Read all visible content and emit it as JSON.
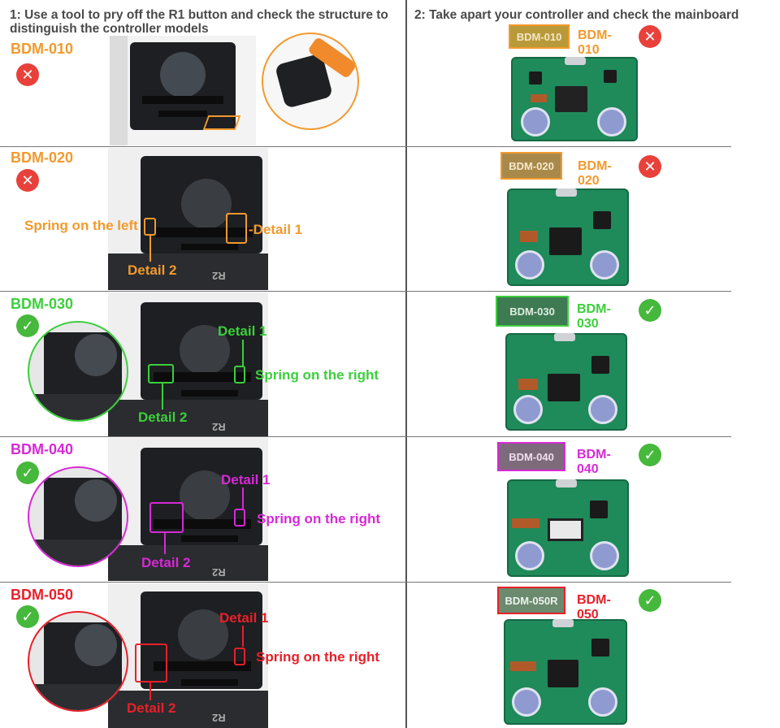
{
  "headers": {
    "step1": "1: Use a tool to pry off the R1 button and check the structure to distinguish the controller models",
    "step2": "2: Take apart your controller and check the mainboard"
  },
  "colors": {
    "bdm010": "#f29a2e",
    "bdm020": "#f29a2e",
    "bdm030": "#3ccf3c",
    "bdm040": "#d62ad6",
    "bdm050": "#e8202a",
    "bad": "#e8413b",
    "good": "#46b83c"
  },
  "icons": {
    "bad": "close-icon",
    "good": "check-icon"
  },
  "rows": [
    {
      "model": "BDM-010",
      "status": "bad",
      "board_label": "BDM-010",
      "board_code": "BDM-010"
    },
    {
      "model": "BDM-020",
      "status": "bad",
      "spring_text": "Spring on the left",
      "detail1": "-Detail 1",
      "detail2": "Detail 2",
      "board_label": "BDM-020",
      "board_code": "BDM-020"
    },
    {
      "model": "BDM-030",
      "status": "good",
      "spring_text": "Spring on the right",
      "detail1": "Detail 1",
      "detail2": "Detail 2",
      "board_label": "BDM-030",
      "board_code": "BDM-030"
    },
    {
      "model": "BDM-040",
      "status": "good",
      "spring_text": "Spring on the right",
      "detail1": "Detail 1",
      "detail2": "Detail 2",
      "board_label": "BDM-040",
      "board_code": "BDM-040"
    },
    {
      "model": "BDM-050",
      "status": "good",
      "spring_text": "Spring on the right",
      "detail1": "Detail 1",
      "detail2": "Detail 2",
      "board_label": "BDM-050R",
      "board_code": "BDM-050"
    }
  ],
  "glyphs": {
    "bad": "✕",
    "good": "✓"
  },
  "r2_marks": [
    "R2",
    "R2",
    "R2",
    "R2"
  ]
}
